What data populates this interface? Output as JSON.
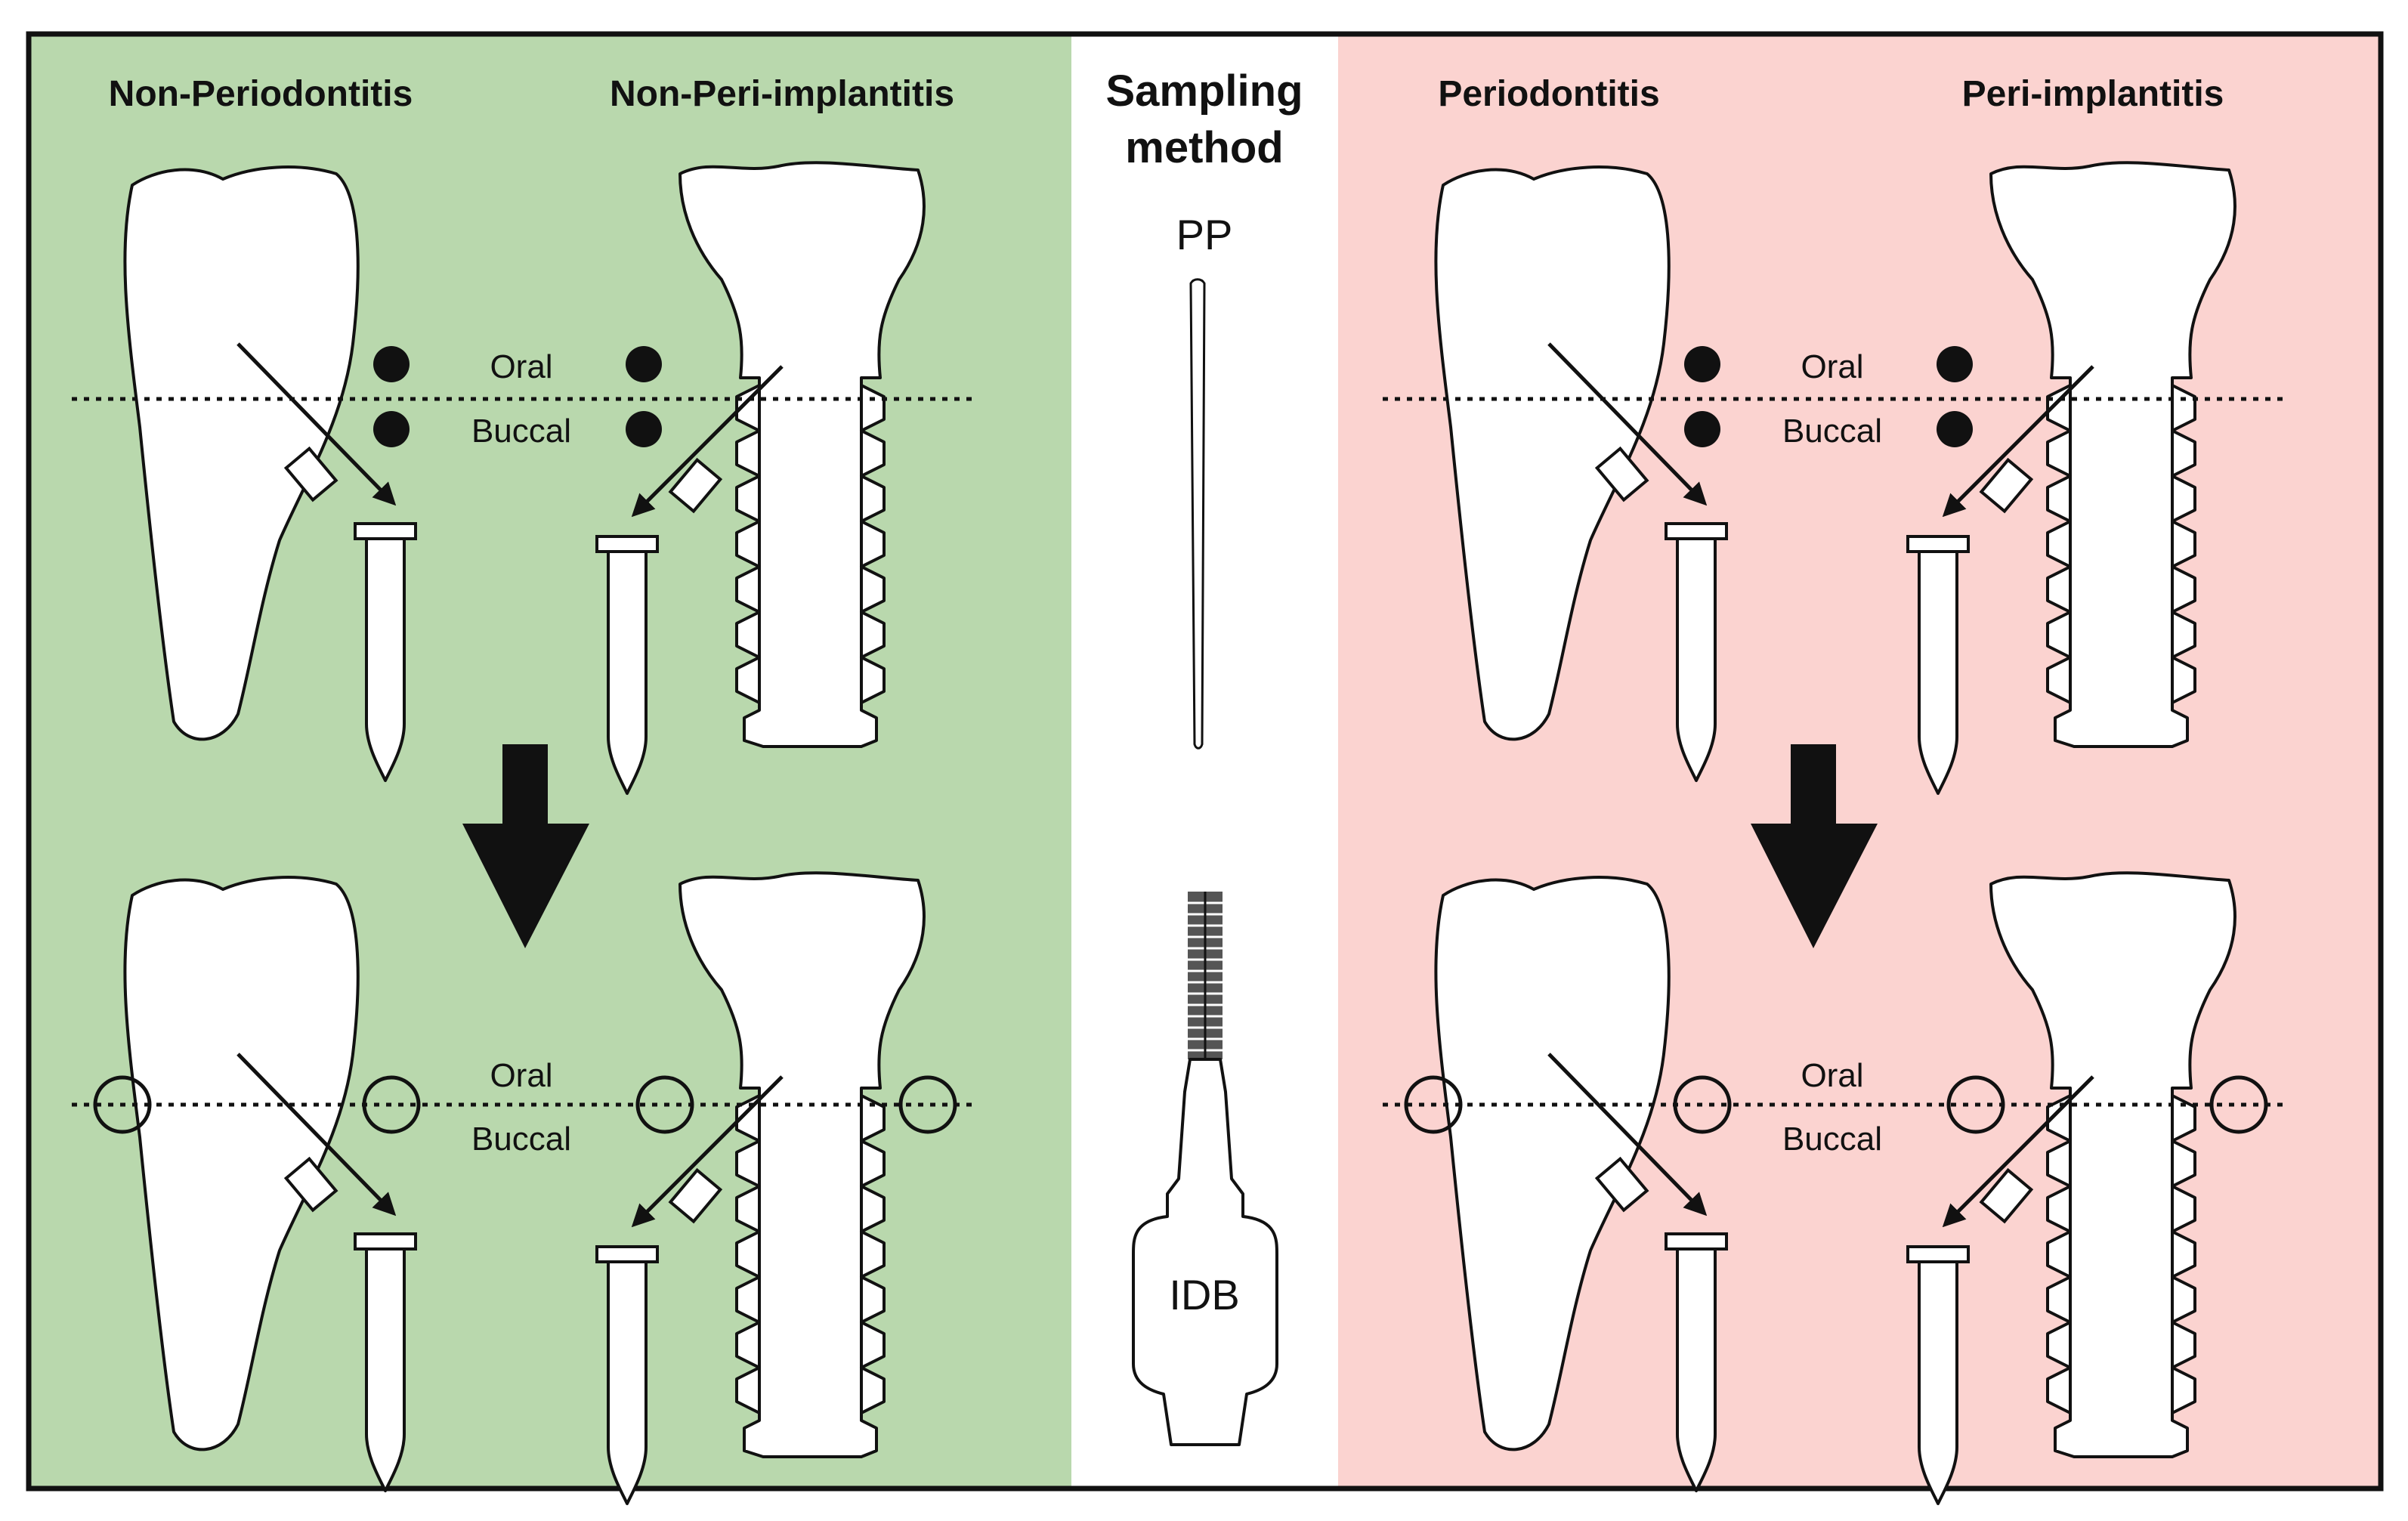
{
  "colors": {
    "healthy_bg": "#b9d8ad",
    "disease_bg": "#fbd3d0",
    "center_bg": "#ffffff",
    "outline": "#111111"
  },
  "headers": {
    "non_periodontitis": "Non-Periodontitis",
    "non_peri_implantitis": "Non-Peri-implantitis",
    "sampling_method_line1": "Sampling",
    "sampling_method_line2": "method",
    "periodontitis": "Periodontitis",
    "peri_implantitis": "Peri-implantitis"
  },
  "site_labels": {
    "oral": "Oral",
    "buccal": "Buccal"
  },
  "tools": {
    "paper_point": "PP",
    "interdental_brush": "IDB"
  },
  "icons": [
    "tooth",
    "dental-implant",
    "paper-point",
    "interdental-brush",
    "collection-tube",
    "sampling-arrow",
    "sequence-arrow",
    "sampling-site-marker"
  ]
}
